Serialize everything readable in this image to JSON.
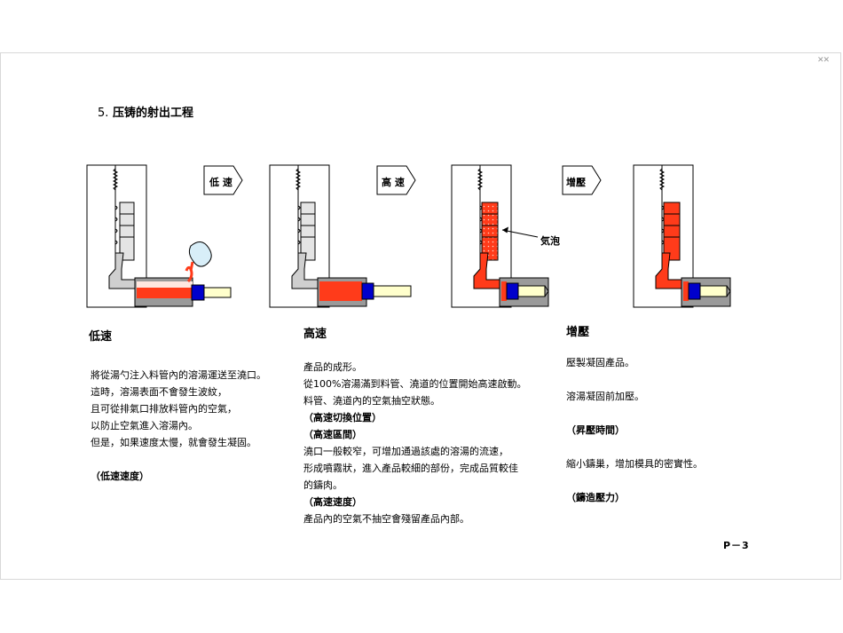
{
  "page": {
    "corner_mark": "✕✕",
    "title_number": "5.",
    "title_text": "压铸的射出工程",
    "page_number": "P－3"
  },
  "diagram": {
    "stage_tags": [
      "低 速",
      "高 速",
      "增壓"
    ],
    "bubble_label": "気泡",
    "colors": {
      "molten_metal": "#ff3b1a",
      "plunger_tip": "#0000cc",
      "rod": "#ffffcc",
      "cast_part": "#ffffff",
      "mold": "#ffffff",
      "spray": "#d8eef8",
      "outline": "#000000"
    }
  },
  "sections": [
    {
      "heading": "低速",
      "lines": [
        {
          "t": "將從湯勺注入料管內的溶湯運送至澆口。"
        },
        {
          "t": "這時，溶湯表面不會發生波紋，"
        },
        {
          "t": "且可從排氣口排放料管內的空氣，"
        },
        {
          "t": "以防止空氣進入溶湯內。"
        },
        {
          "t": "但是，如果速度太慢，就會發生凝固。"
        },
        {
          "t": ""
        },
        {
          "t": "（低速速度）",
          "b": true
        }
      ]
    },
    {
      "heading": "高速",
      "lines": [
        {
          "t": "產品的成形。"
        },
        {
          "t": "從100%溶湯滿到料管、澆道的位置開始高速啟動。"
        },
        {
          "t": "料管、澆道內的空氣抽空狀態。"
        },
        {
          "t": "（高速切換位置）",
          "b": true
        },
        {
          "t": "（高速區間）",
          "b": true
        },
        {
          "t": "澆口一般較窄，可增加通過該處的溶湯的流速，"
        },
        {
          "t": "形成噴霧狀，進入產品較細的部份，完成品質較佳"
        },
        {
          "t": "的鑄肉。"
        },
        {
          "t": "（高速速度）",
          "b": true
        },
        {
          "t": "產品內的空氣不抽空會殘留產品內部。"
        }
      ]
    },
    {
      "heading": "增壓",
      "lines": [
        {
          "t": "壓製凝固產品。"
        },
        {
          "t": ""
        },
        {
          "t": "溶湯凝固前加壓。"
        },
        {
          "t": ""
        },
        {
          "t": "（昇壓時間）",
          "b": true
        },
        {
          "t": ""
        },
        {
          "t": "縮小鑄巢，增加模具的密實性。"
        },
        {
          "t": ""
        },
        {
          "t": "（鑄造壓力）",
          "b": true
        }
      ]
    }
  ]
}
